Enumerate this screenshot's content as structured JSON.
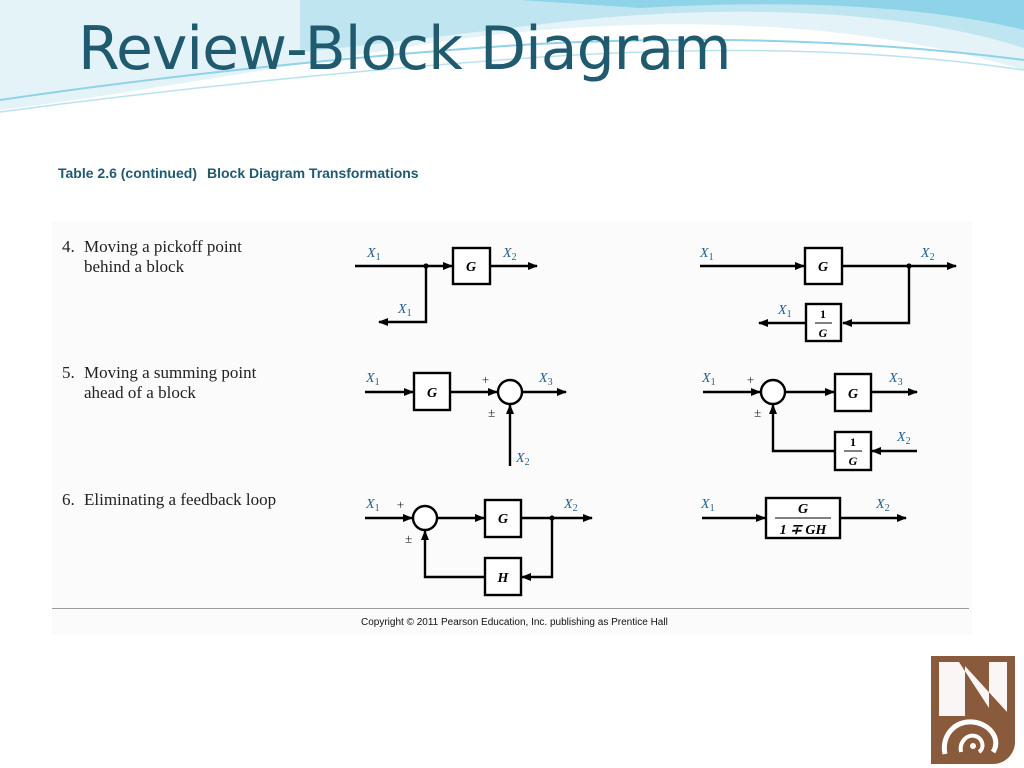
{
  "slide": {
    "title": "Review-Block Diagram"
  },
  "table": {
    "number": "Table 2.6 (continued)",
    "name": "Block Diagram Transformations"
  },
  "rows": [
    {
      "number": "4.",
      "line1": "Moving a pickoff point",
      "line2": "behind a block"
    },
    {
      "number": "5.",
      "line1": "Moving a summing point",
      "line2": "ahead of a block"
    },
    {
      "number": "6.",
      "line1": "Eliminating a feedback loop",
      "line2": ""
    }
  ],
  "symbols": {
    "x": "X",
    "s1": "1",
    "s2": "2",
    "s3": "3",
    "g": "G",
    "h": "H",
    "one": "1",
    "plus": "+",
    "pm": "±",
    "one_plus_gh": "1 ∓ GH"
  },
  "footer": {
    "copyright": "Copyright © 2011 Pearson Education, Inc. publishing as Prentice Hall"
  },
  "colors": {
    "title": "#1f5a6e",
    "signal_label": "#1f5f90",
    "wave_light": "#cfe9f3",
    "wave_mid": "#8fd3e8",
    "logo": "#8a5a3c"
  },
  "logo": {
    "icon": "university-logo-icon"
  }
}
